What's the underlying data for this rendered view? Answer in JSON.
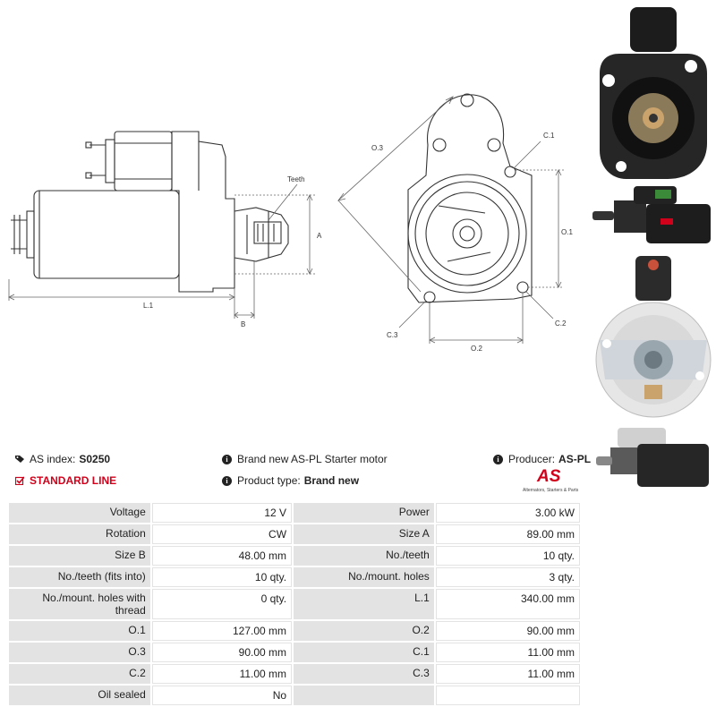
{
  "dimensions": {
    "teeth": "Teeth",
    "A": "A",
    "B": "B",
    "L1": "L.1",
    "O3": "O.3",
    "C1": "C.1",
    "O1": "O.1",
    "C2": "C.2",
    "C3": "C.3",
    "O2": "O.2"
  },
  "info": {
    "as_index_label": "AS index:",
    "as_index_value": "S0250",
    "standard_line": "STANDARD LINE",
    "description": "Brand new AS-PL Starter motor",
    "product_type_label": "Product type:",
    "product_type_value": "Brand new",
    "producer_label": "Producer:",
    "producer_value": "AS-PL"
  },
  "logo": {
    "mark": "AS",
    "tagline": "Alternators, Starters & Parts"
  },
  "specs": [
    [
      {
        "label": "Voltage",
        "value": "12 V"
      },
      {
        "label": "Power",
        "value": "3.00 kW"
      }
    ],
    [
      {
        "label": "Rotation",
        "value": "CW"
      },
      {
        "label": "Size A",
        "value": "89.00 mm"
      }
    ],
    [
      {
        "label": "Size B",
        "value": "48.00 mm"
      },
      {
        "label": "No./teeth",
        "value": "10 qty."
      }
    ],
    [
      {
        "label": "No./teeth (fits into)",
        "value": "10 qty."
      },
      {
        "label": "No./mount. holes",
        "value": "3 qty."
      }
    ],
    [
      {
        "label": "No./mount. holes with thread",
        "value": "0 qty."
      },
      {
        "label": "L.1",
        "value": "340.00 mm"
      }
    ],
    [
      {
        "label": "O.1",
        "value": "127.00 mm"
      },
      {
        "label": "O.2",
        "value": "90.00 mm"
      }
    ],
    [
      {
        "label": "O.3",
        "value": "90.00 mm"
      },
      {
        "label": "C.1",
        "value": "11.00 mm"
      }
    ],
    [
      {
        "label": "C.2",
        "value": "11.00 mm"
      },
      {
        "label": "C.3",
        "value": "11.00 mm"
      }
    ],
    [
      {
        "label": "Oil sealed",
        "value": "No"
      },
      {
        "label": "",
        "value": ""
      }
    ]
  ]
}
